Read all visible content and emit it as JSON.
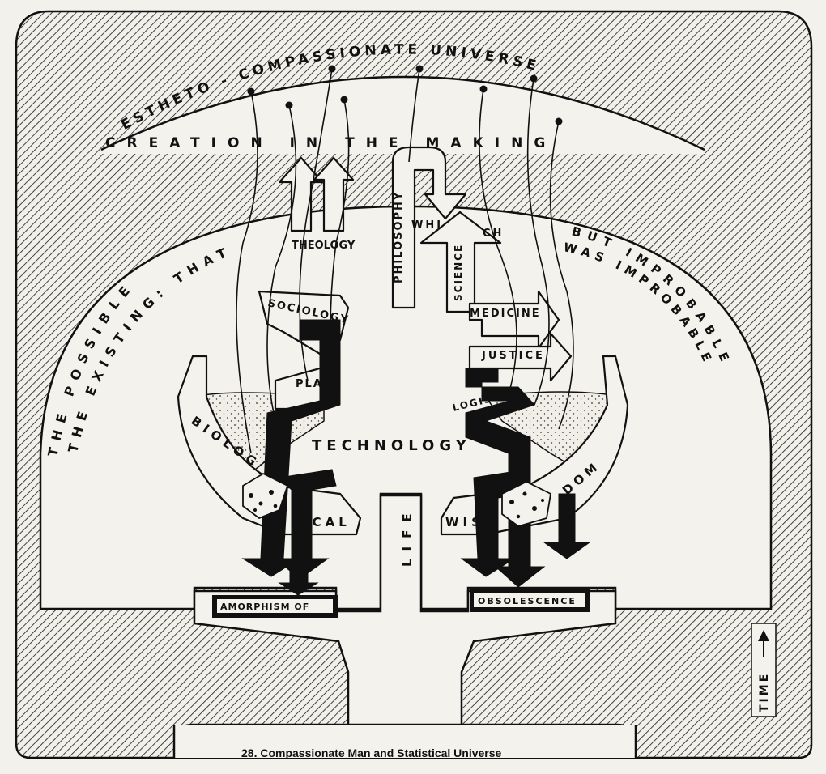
{
  "arcs": {
    "estheto": "ESTHETO - COMPASSIONATE UNIVERSE",
    "creation": "CREATION IN THE MAKING",
    "possible": "THE POSSIBLE",
    "existing": "THE EXISTING: THAT",
    "but_improbable": "BUT IMPROBABLE",
    "was_improbable": "WAS IMPROBABLE"
  },
  "labels": {
    "theology": "THEOLOGY",
    "philosophy": "PHILOSOPHY",
    "which_left": "WHI",
    "which_right": "CH",
    "science": "SCIENCE",
    "sociology": "SOCIOLOGY",
    "medicine": "MEDICINE",
    "justice": "JUSTICE",
    "play": "PLAY",
    "logistics": "LOGISTICS",
    "technology": "TECHNOLOGY",
    "biolog": "BIOLOG",
    "ical": "ICAL",
    "life": "LIFE",
    "wis": "WIS",
    "dom": "DOM",
    "amorphism": "AMORPHISM OF",
    "obsolescence": "OBSOLESCENCE",
    "time": "TIME"
  },
  "caption": "28. Compassionate Man and Statistical Universe"
}
